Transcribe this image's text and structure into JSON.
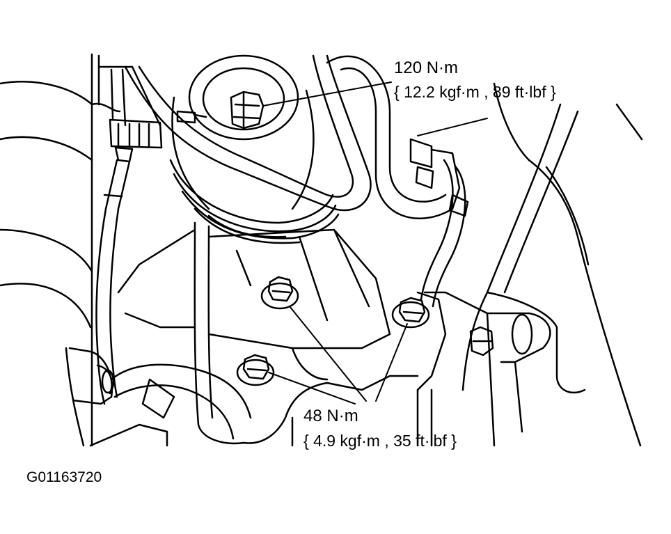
{
  "figure_id": "G01163720",
  "callouts": {
    "upper": {
      "value": "120 N·m",
      "alt_units": "{ 12.2 kgf·m , 89 ft·lbf }"
    },
    "lower": {
      "value": "48 N·m",
      "alt_units": "{ 4.9 kgf·m , 35 ft·lbf }"
    }
  },
  "colors": {
    "line": "#000000",
    "background": "#ffffff"
  }
}
